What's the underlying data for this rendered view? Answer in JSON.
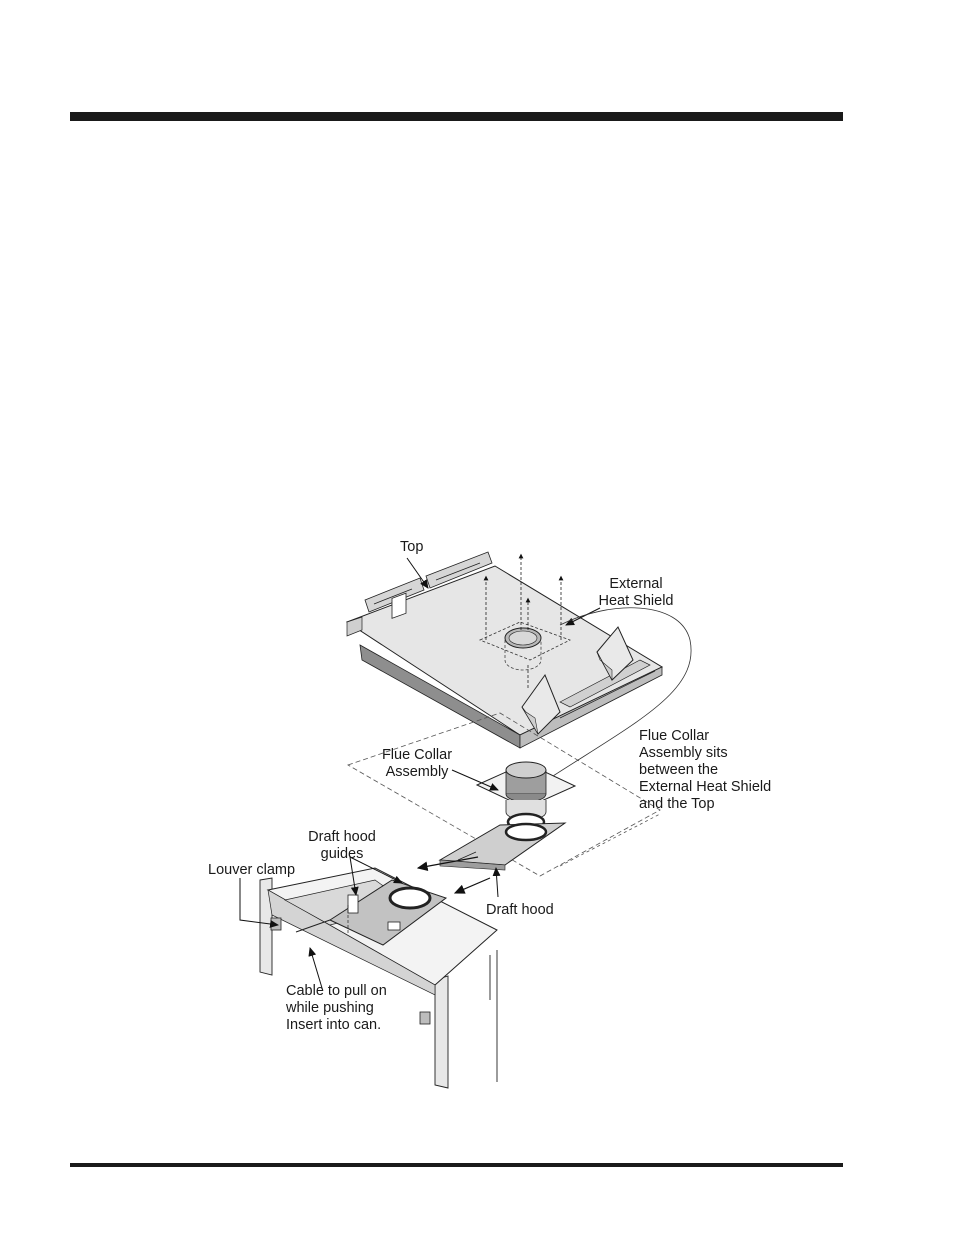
{
  "labels": {
    "top": "Top",
    "external_heat_shield_1": "External",
    "external_heat_shield_2": "Heat Shield",
    "flue_collar_assembly_1": "Flue Collar",
    "flue_collar_assembly_2": "Assembly",
    "flue_note_1": "Flue Collar",
    "flue_note_2": "Assembly sits",
    "flue_note_3": "between the",
    "flue_note_4": "External Heat Shield",
    "flue_note_5": "and the Top",
    "draft_hood_guides_1": "Draft hood",
    "draft_hood_guides_2": "guides",
    "louver_clamp": "Louver clamp",
    "draft_hood": "Draft hood",
    "cable_1": "Cable to pull on",
    "cable_2": "while pushing",
    "cable_3": "Insert into can."
  },
  "colors": {
    "rule": "#1a1a1a",
    "metal_light": "#e4e4e4",
    "metal_mid": "#c9c9c9",
    "metal_dark": "#9a9a9a",
    "line": "#222222"
  }
}
